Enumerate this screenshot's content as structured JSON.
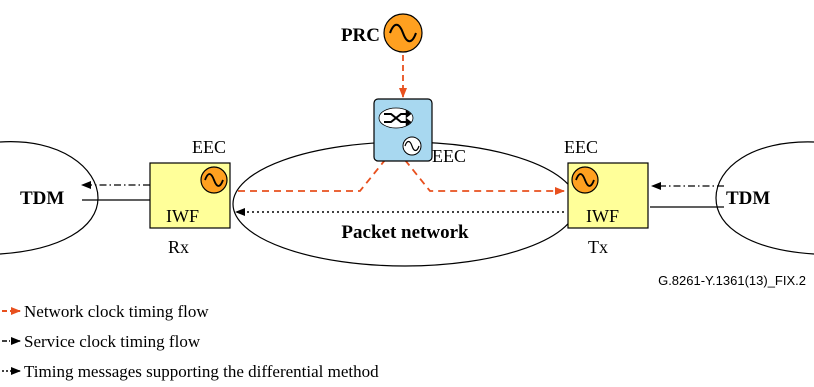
{
  "colors": {
    "network_flow": "#e8501e",
    "clock_fill": "#ffa020",
    "box_fill": "#ffff99",
    "switch_fill": "#a8d8f0",
    "stroke": "#000000"
  },
  "diagram": {
    "prc_label": "PRC",
    "switch_eec_label": "EEC",
    "left_eec_label": "EEC",
    "right_eec_label": "EEC",
    "left_tdm_label": "TDM",
    "right_tdm_label": "TDM",
    "left_iwf_label": "IWF",
    "right_iwf_label": "IWF",
    "rx_label": "Rx",
    "tx_label": "Tx",
    "packet_network_label": "Packet network",
    "figure_id": "G.8261-Y.1361(13)_FIX.2",
    "icons": [
      "clock-icon",
      "switch-icon",
      "arrow-icon"
    ]
  },
  "legend": [
    {
      "label": "Network clock timing flow",
      "style": "dashed"
    },
    {
      "label": "Service clock timing flow",
      "style": "dash-dot"
    },
    {
      "label": "Timing messages supporting the differential method",
      "style": "dotted"
    }
  ]
}
